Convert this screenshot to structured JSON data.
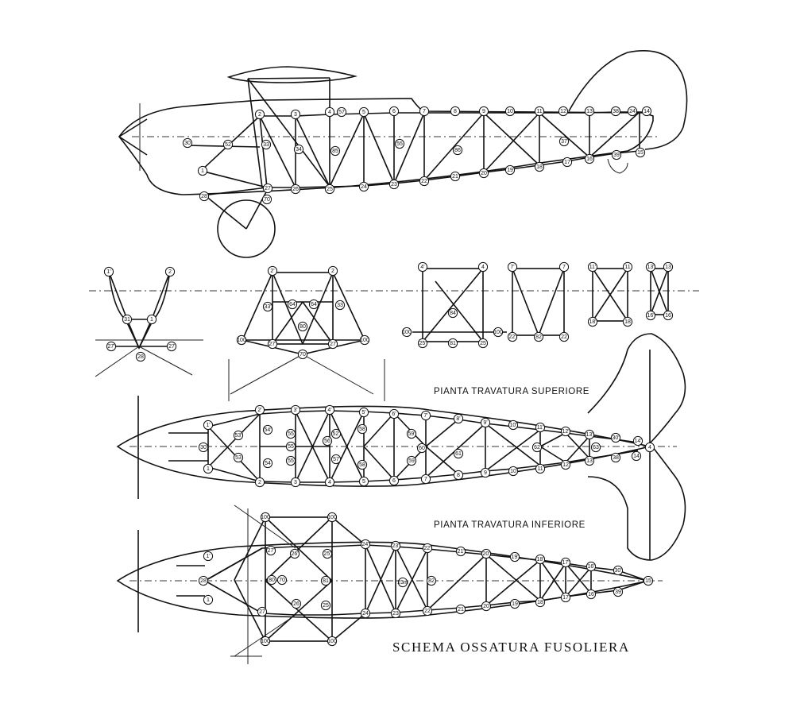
{
  "drawing": {
    "title": "SCHEMA OSSATURA FUSOLIERA",
    "upper_plan_title": "PIANTA TRAVATURA SUPERIORE",
    "lower_plan_title": "PIANTA TRAVATURA INFERIORE"
  },
  "labels": {
    "side": [
      "2",
      "3",
      "4",
      "57",
      "5",
      "6",
      "7",
      "8",
      "9",
      "10",
      "11",
      "12",
      "13",
      "38",
      "24",
      "14",
      "30",
      "52",
      "33",
      "34",
      "85",
      "55",
      "86",
      "37",
      "39",
      "15",
      "1",
      "28",
      "27",
      "26",
      "25",
      "24",
      "23",
      "22",
      "21",
      "20",
      "19",
      "18",
      "17",
      "16",
      "70"
    ],
    "sections": [
      "1'",
      "2",
      "31",
      "1",
      "27'",
      "27",
      "28",
      "2'",
      "2",
      "33'",
      "64",
      "64",
      "33",
      "80",
      "100",
      "27'",
      "27",
      "100",
      "70",
      "4'",
      "4",
      "84",
      "100",
      "25'",
      "81",
      "25",
      "7'",
      "7",
      "100",
      "22'",
      "82",
      "22",
      "11'",
      "11",
      "18'",
      "18",
      "13'",
      "13",
      "16'",
      "16"
    ],
    "upper": [
      "1'",
      "30",
      "1",
      "53'",
      "53",
      "2'",
      "2",
      "54'",
      "54",
      "3'",
      "3",
      "55",
      "55",
      "55",
      "4'",
      "4",
      "56",
      "52'",
      "57",
      "5'",
      "5",
      "58",
      "58",
      "6'",
      "6",
      "59'",
      "59",
      "60",
      "7'",
      "7",
      "8'",
      "8",
      "61",
      "9'",
      "9",
      "10'",
      "10",
      "11'",
      "11",
      "62",
      "12'",
      "12",
      "63",
      "13'",
      "13",
      "30'",
      "38",
      "14'",
      "14",
      "4"
    ],
    "lower": [
      "1'",
      "28",
      "1",
      "100",
      "27'",
      "27",
      "26'",
      "26",
      "25'",
      "25",
      "80",
      "70",
      "81",
      "24'",
      "24",
      "23'",
      "23",
      "22'",
      "22",
      "23m",
      "82",
      "21'",
      "21",
      "20'",
      "20",
      "19'",
      "19",
      "18'",
      "18",
      "17'",
      "17",
      "16'",
      "16",
      "30'",
      "39",
      "15",
      "100",
      "100",
      "100",
      "100"
    ]
  }
}
